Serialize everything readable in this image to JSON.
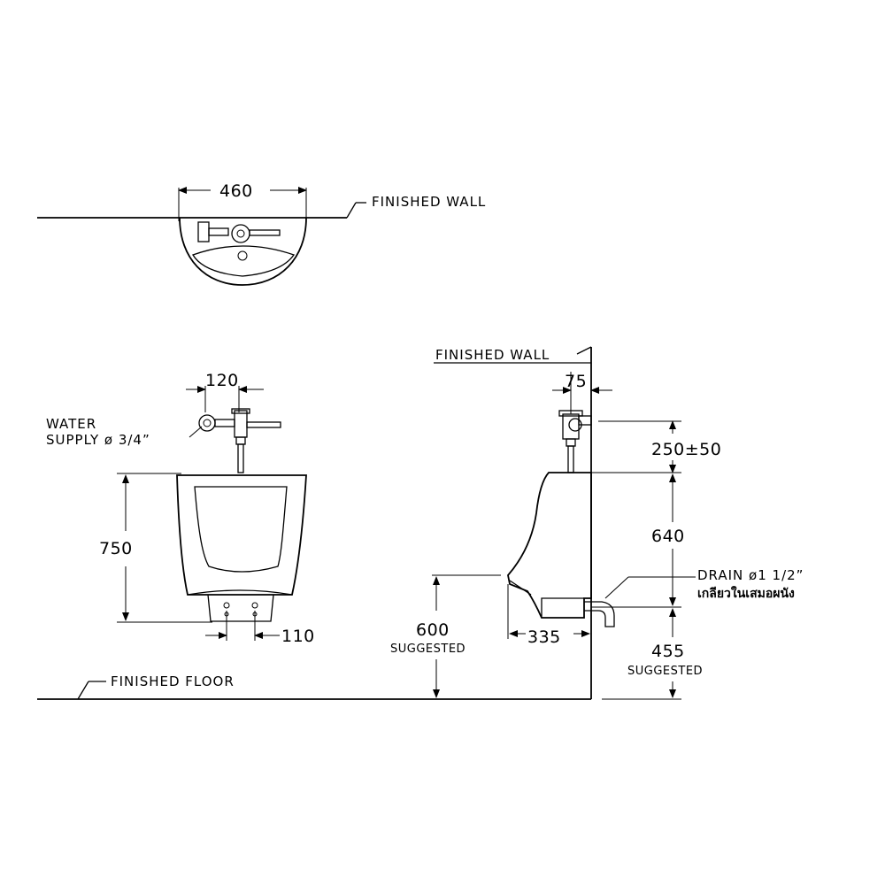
{
  "labels": {
    "finished_wall_top": "FINISHED  WALL",
    "finished_wall_side": "FINISHED  WALL",
    "finished_floor": "FINISHED  FLOOR",
    "water_supply_line1": "WATER",
    "water_supply_line2": "SUPPLY ø 3/4”",
    "drain_line1": "DRAIN  ø1  1/2”",
    "drain_line2_thai": "เกลียวในเสมอผนัง",
    "suggested_600": "SUGGESTED",
    "suggested_455": "SUGGESTED"
  },
  "dimensions": {
    "width_top": "460",
    "supply_offset": "120",
    "height_front": "750",
    "outlet_width": "110",
    "wall_offset": "75",
    "supply_height": "250±50",
    "side_height": "640",
    "floor_to_rim": "600",
    "depth": "335",
    "drain_height": "455"
  }
}
